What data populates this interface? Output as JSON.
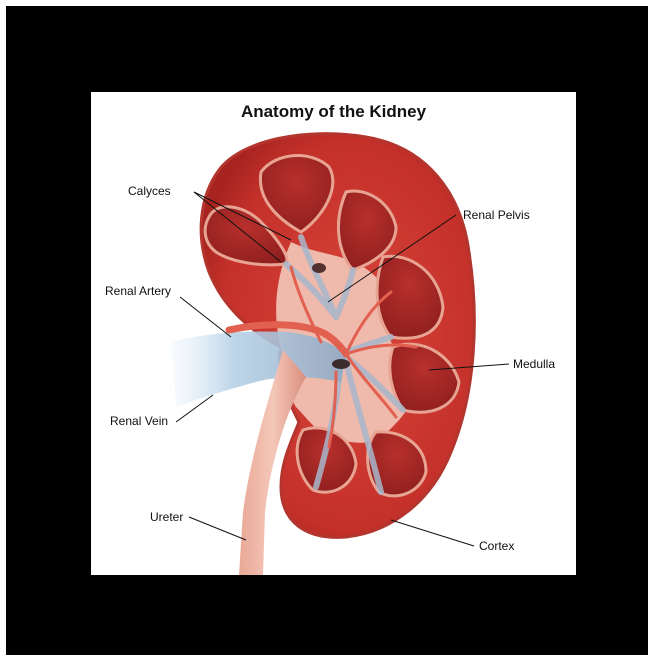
{
  "title": "Anatomy of the Kidney",
  "labels": {
    "calyces": "Calyces",
    "renal_pelvis": "Renal Pelvis",
    "renal_artery": "Renal Artery",
    "medulla": "Medulla",
    "renal_vein": "Renal Vein",
    "ureter": "Ureter",
    "cortex": "Cortex"
  },
  "colors": {
    "cortex": "#c8332c",
    "medulla": "#b02a28",
    "pelvis": "#f2c3b6",
    "vein": "#b9d3e8",
    "artery": "#e05a4a"
  }
}
